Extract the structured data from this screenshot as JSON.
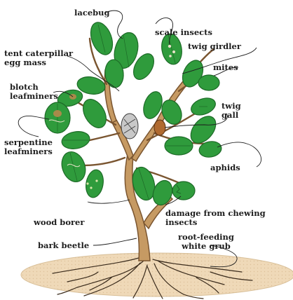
{
  "labels": {
    "lacebug": "lacebug",
    "scale_insects": "scale insects",
    "tent_caterpillar": "tent caterpillar\negg mass",
    "twig_girdler": "twig girdler",
    "mites": "mites",
    "blotch_leafminers": "blotch\nleafminers",
    "twig_gall": "twig\ngall",
    "serpentine_leafminers": "serpentine\nleafminers",
    "aphids": "aphids",
    "damage_chewing": "damage from chewing insects",
    "wood_borer": "wood borer",
    "bark_beetle": "bark beetle",
    "root_feeding_white_grub": "root-feeding\nwhite grub"
  },
  "colors": {
    "leaf": "#2f9b3c",
    "leaf_dark": "#1d6a27",
    "trunk": "#c69a63",
    "trunk_dark": "#7a5530",
    "ground": "#efd9b8",
    "ink": "#1d1d1d"
  }
}
